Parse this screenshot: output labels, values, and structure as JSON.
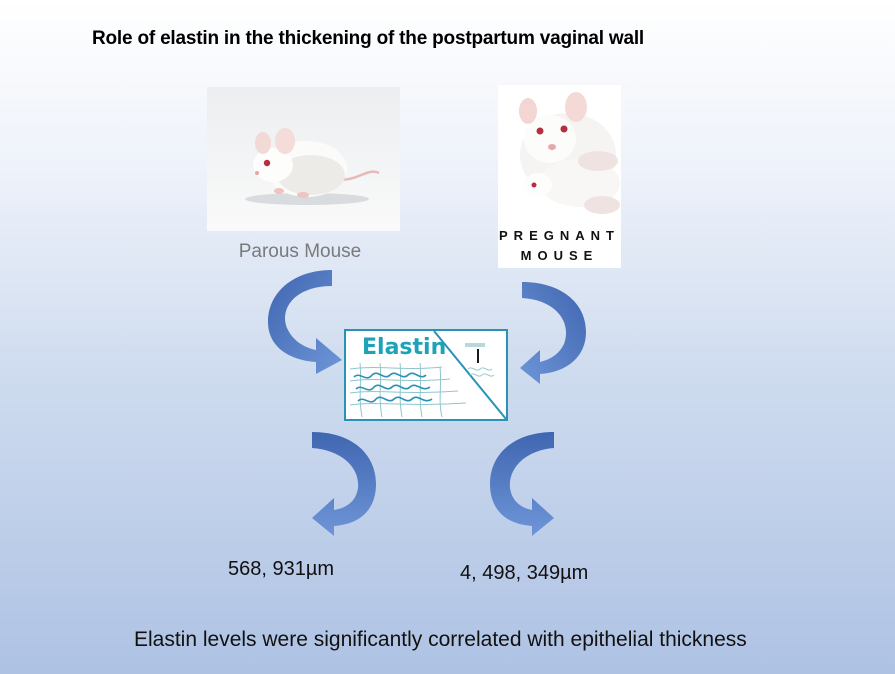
{
  "title": "Role of elastin in the thickening of the postpartum  vaginal wall",
  "parous": {
    "caption": "Parous Mouse"
  },
  "pregnant": {
    "caption_line1": "PREGNANT",
    "caption_line2": "MOUSE"
  },
  "elastin": {
    "label": "Elastin"
  },
  "results": {
    "parous_value": "568, 931µm",
    "pregnant_value": "4, 498, 349µm"
  },
  "conclusion": "Elastin levels were significantly correlated with epithelial thickness",
  "colors": {
    "arrow_dark": "#3f66b0",
    "arrow_light": "#6f95d8",
    "elastin_teal": "#1fa2b8"
  }
}
